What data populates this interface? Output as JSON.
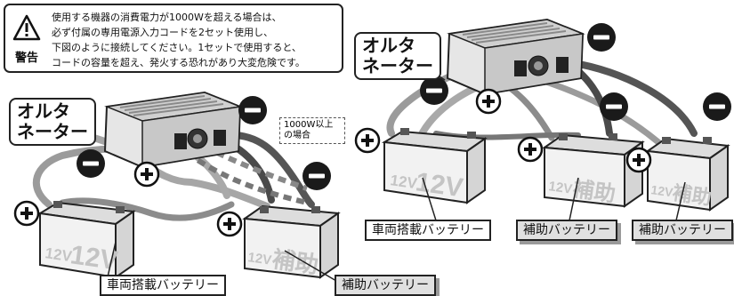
{
  "warning": {
    "label": "警告",
    "lines": [
      "使用する機器の消費電力が1000Wを超える場合は、",
      "必ず付属の専用電源入力コードを2セット使用し、",
      "下図のように接続してください。1セットで使用すると、",
      "コードの容量を超え、発火する恐れがあり大変危険です。"
    ]
  },
  "left_diagram": {
    "alternator": [
      "オルタ",
      "ネーター"
    ],
    "note": [
      "1000W以上",
      "の場合"
    ],
    "main_battery": {
      "label": "車両搭載バッテリー",
      "face_small": "12V",
      "face_big": "12V"
    },
    "aux_battery": {
      "label": "補助バッテリー",
      "face_small": "12V",
      "face_big": "補助"
    }
  },
  "right_diagram": {
    "alternator": [
      "オルタ",
      "ネーター"
    ],
    "main_battery": {
      "label": "車両搭載バッテリー",
      "face_small": "12V",
      "face_big": "12V"
    },
    "aux_battery_1": {
      "label": "補助バッテリー",
      "face_small": "12V",
      "face_big": "補助"
    },
    "aux_battery_2": {
      "label": "補助バッテリー",
      "face_small": "12V",
      "face_big": "補助"
    }
  },
  "symbols": {
    "plus": "+",
    "minus": "−"
  },
  "colors": {
    "cable_grey": "#9b9b9b",
    "cable_dark": "#4a4a4a",
    "minus_badge": "#1a1a1a",
    "battery_body": "#f2f2f2"
  }
}
